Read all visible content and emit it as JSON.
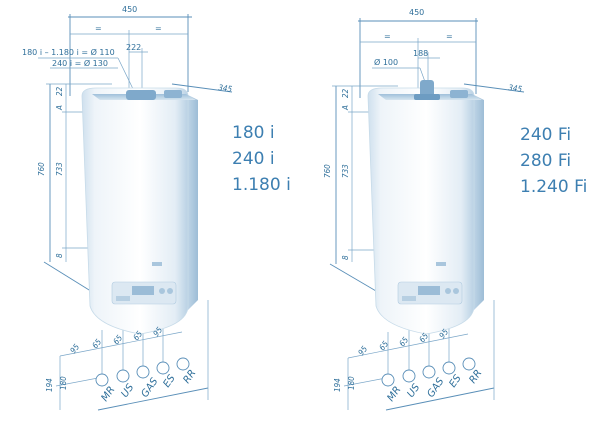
{
  "left": {
    "dims": {
      "width": "450",
      "eq1": "=",
      "eq2": "=",
      "flue_note_1": "180 i – 1.180 i = Ø 110",
      "flue_note_2": "240 i = Ø 130",
      "flue_offset": "222",
      "depth": "345",
      "height": "760",
      "h22": "22",
      "hA": "A",
      "h733": "733",
      "h8": "8",
      "b95a": "95",
      "b65a": "65",
      "b65b": "65",
      "b65c": "65",
      "b95b": "95",
      "v194": "194",
      "v180": "180"
    },
    "models": [
      "180 i",
      "240 i",
      "1.180 i"
    ],
    "connections": [
      "MR",
      "US",
      "GAS",
      "ES",
      "RR"
    ]
  },
  "right": {
    "dims": {
      "width": "450",
      "eq1": "=",
      "eq2": "=",
      "flue_note": "Ø 100",
      "flue_offset": "188",
      "depth": "345",
      "height": "760",
      "h22": "22",
      "hA": "A",
      "h733": "733",
      "h8": "8",
      "b95a": "95",
      "b65a": "65",
      "b65b": "65",
      "b65c": "65",
      "b95b": "95",
      "v194": "194",
      "v180": "180"
    },
    "models": [
      "240 Fi",
      "280 Fi",
      "1.240 Fi"
    ],
    "connections": [
      "MR",
      "US",
      "GAS",
      "ES",
      "RR"
    ]
  }
}
